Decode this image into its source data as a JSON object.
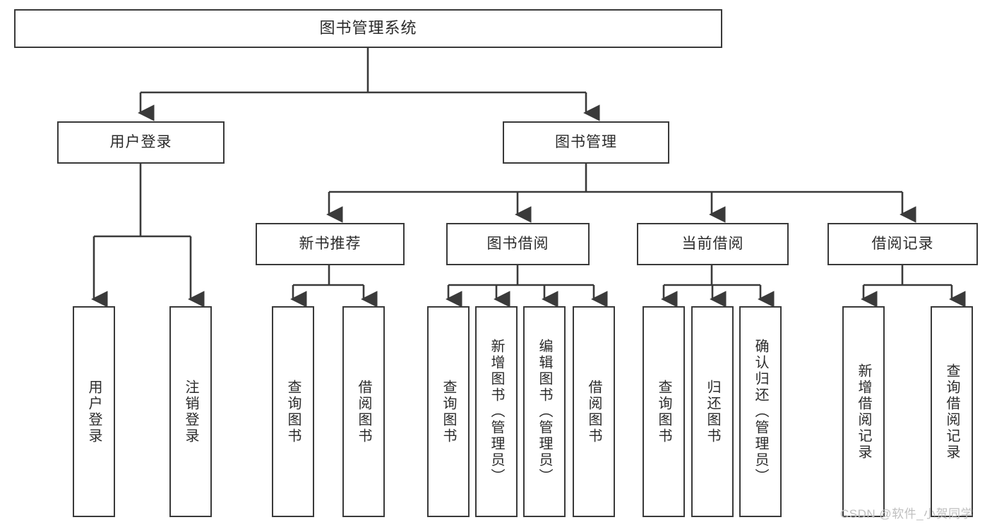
{
  "diagram": {
    "title": "图书管理系统",
    "type": "tree-hierarchy-chart",
    "root": {
      "id": "root",
      "label": "图书管理系统"
    },
    "level2": [
      {
        "id": "user-login",
        "label": "用户登录"
      },
      {
        "id": "book-management",
        "label": "图书管理"
      }
    ],
    "level3": [
      {
        "id": "new-book-recommend",
        "label": "新书推荐",
        "parent": "book-management"
      },
      {
        "id": "book-borrow",
        "label": "图书借阅",
        "parent": "book-management"
      },
      {
        "id": "current-borrow",
        "label": "当前借阅",
        "parent": "book-management"
      },
      {
        "id": "borrow-record",
        "label": "借阅记录",
        "parent": "book-management"
      }
    ],
    "leaves": [
      {
        "id": "leaf-user-login",
        "label": "用户登录",
        "parent": "user-login"
      },
      {
        "id": "leaf-logout-login",
        "label": "注销登录",
        "parent": "user-login"
      },
      {
        "id": "leaf-query-book-1",
        "label": "查询图书",
        "parent": "new-book-recommend"
      },
      {
        "id": "leaf-borrow-book-1",
        "label": "借阅图书",
        "parent": "new-book-recommend"
      },
      {
        "id": "leaf-query-book-2",
        "label": "查询图书",
        "parent": "book-borrow"
      },
      {
        "id": "leaf-add-book",
        "label": "新增图书（管理员）",
        "parent": "book-borrow"
      },
      {
        "id": "leaf-edit-book",
        "label": "编辑图书（管理员）",
        "parent": "book-borrow"
      },
      {
        "id": "leaf-borrow-book-2",
        "label": "借阅图书",
        "parent": "book-borrow"
      },
      {
        "id": "leaf-query-book-3",
        "label": "查询图书",
        "parent": "current-borrow"
      },
      {
        "id": "leaf-return-book",
        "label": "归还图书",
        "parent": "current-borrow"
      },
      {
        "id": "leaf-confirm-return",
        "label": "确认归还（管理员）",
        "parent": "current-borrow"
      },
      {
        "id": "leaf-add-record",
        "label": "新增借阅记录",
        "parent": "borrow-record"
      },
      {
        "id": "leaf-query-record",
        "label": "查询借阅记录",
        "parent": "borrow-record"
      }
    ]
  },
  "watermark": {
    "text": "CSDN @软件_小贺同学"
  },
  "colors": {
    "stroke": "#3a3a3a",
    "text": "#2b2b2b",
    "background": "#ffffff",
    "watermark": "#bfbfbf"
  }
}
